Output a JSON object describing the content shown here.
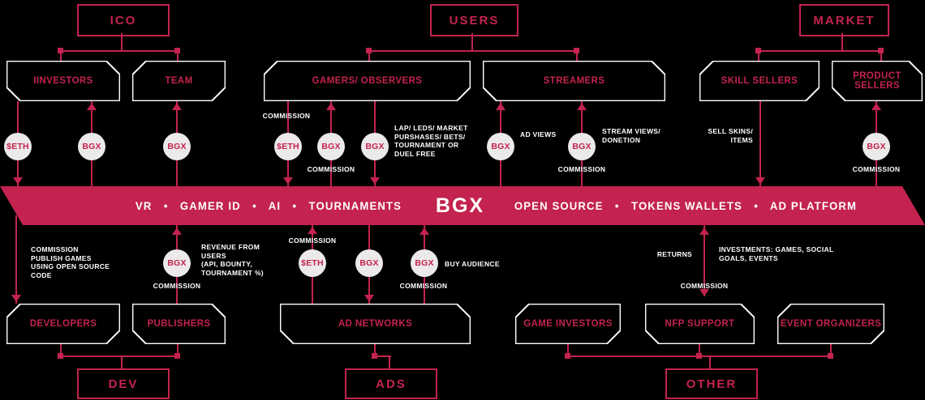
{
  "colors": {
    "accent": "#c3234e",
    "circle": "#ece9ea",
    "box_border": "#ffffff",
    "background": "#000000"
  },
  "nodes": {
    "ico": "ICO",
    "users": "USERS",
    "market": "MARKET",
    "investors": "IINVESTORS",
    "team": "TEAM",
    "gamers": "GAMERS/ OBSERVERS",
    "streamers": "STREAMERS",
    "skill_sellers": "SKILL SELLERS",
    "product_sellers": "PRODUCT SELLERS",
    "developers": "DEVELOPERS",
    "publishers": "PUBLISHERS",
    "ad_networks": "AD NETWORKS",
    "game_investors": "GAME INVESTORS",
    "nfp_support": "NFP SUPPORT",
    "event_organizers": "EVENT ORGANIZERS",
    "dev": "DEV",
    "ads": "ADS",
    "other": "OTHER"
  },
  "band": {
    "left": "VR   •   GAMER ID   •   AI   •   TOURNAMENTS",
    "center": "BGX",
    "right": "OPEN SOURCE   •   TOKENS WALLETS   •   AD PLATFORM"
  },
  "tokens": {
    "eth": "$ETH",
    "bgx": "BGX"
  },
  "labels": {
    "commission": "COMMISSION",
    "purchases": "LAP/ LEDS/ MARKET\nPURSHASES/ BETS/\nTOURNAMENT OR\nDUEL FREE",
    "ad_views": "AD VIEWS",
    "stream_views": "STREAM VIEWS/\nDONETION",
    "sell_skins": "SELL SKINS/\nITEMS",
    "publish_games": "COMMISSION\nPUBLISH GAMES\nUSING OPEN SOURCE CODE",
    "revenue": "REVENUE FROM USERS\n(API, BOUNTY,\nTOURNAMENT %)",
    "buy_audience": "BUY AUDIENCE",
    "returns": "RETURNS",
    "investments": "INVESTMENTS: GAMES, SOCIAL\nGOALS, EVENTS"
  }
}
